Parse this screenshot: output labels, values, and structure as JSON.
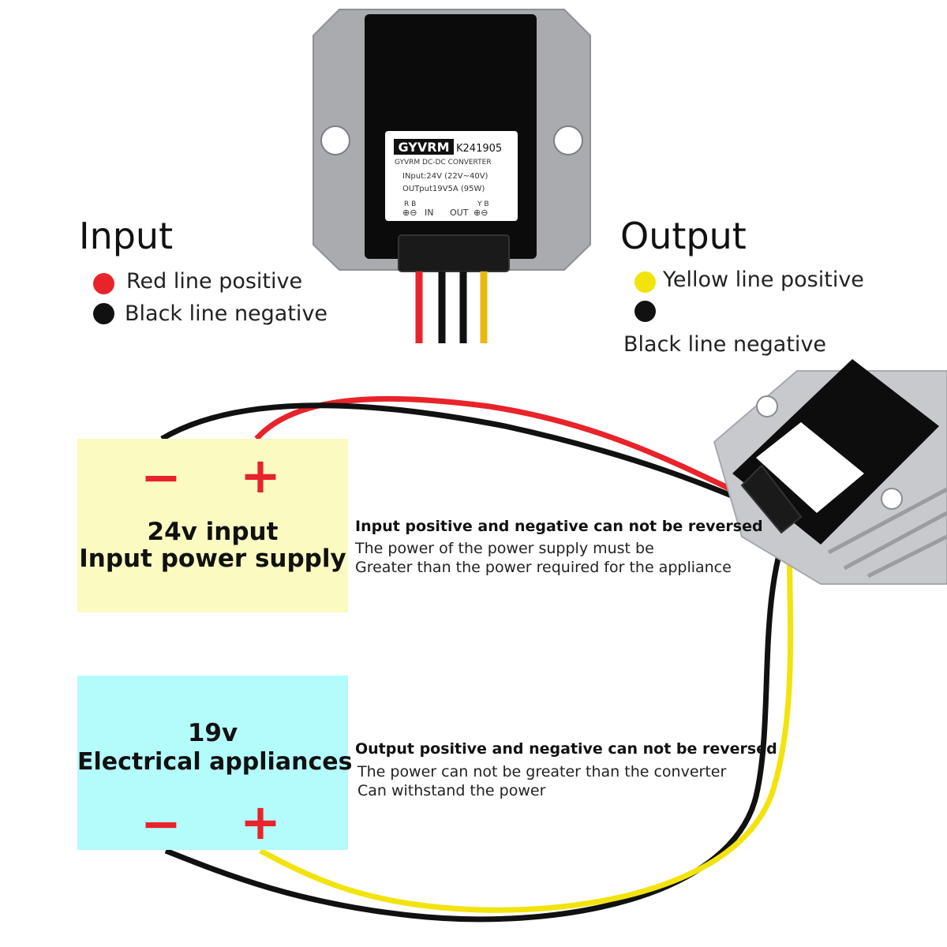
{
  "colors": {
    "red_wire": "#e8232a",
    "black_wire": "#111111",
    "yellow_wire": "#f2e30c",
    "input_box": "#fbfac0",
    "output_box": "#b4fbfb",
    "sign_red": "#e8232a"
  },
  "converter_label": {
    "brand": "GYVRM",
    "model": "K241905",
    "type": "GYVRM DC-DC  CONVERTER",
    "input_spec": "INput:24V (22V~40V)",
    "output_spec": "OUTput19V5A (95W)",
    "in_pins": "R B",
    "in_text": "IN",
    "out_text": "OUT",
    "out_pins": "Y B"
  },
  "input_legend": {
    "title": "Input",
    "items": [
      {
        "color_name": "red",
        "label": "Red line positive"
      },
      {
        "color_name": "black",
        "label": "Black line negative"
      }
    ]
  },
  "output_legend": {
    "title": "Output",
    "items": [
      {
        "color_name": "yellow",
        "label": "Yellow line positive"
      },
      {
        "color_name": "black",
        "label": "Black line negative"
      }
    ]
  },
  "input_box": {
    "minus": "−",
    "plus": "+",
    "line1": "24v input",
    "line2": "Input power supply"
  },
  "output_box": {
    "line1": "19v",
    "line2": "Electrical appliances",
    "minus": "−",
    "plus": "+"
  },
  "input_note": {
    "bold": "Input positive and negative can not be reversed",
    "line1": "The power of the power supply must be",
    "line2": "Greater than the power required for the appliance"
  },
  "output_note": {
    "bold": "Output positive and negative can not be reversed",
    "line1": "The power can not be greater than the converter",
    "line2": "Can withstand the power"
  }
}
